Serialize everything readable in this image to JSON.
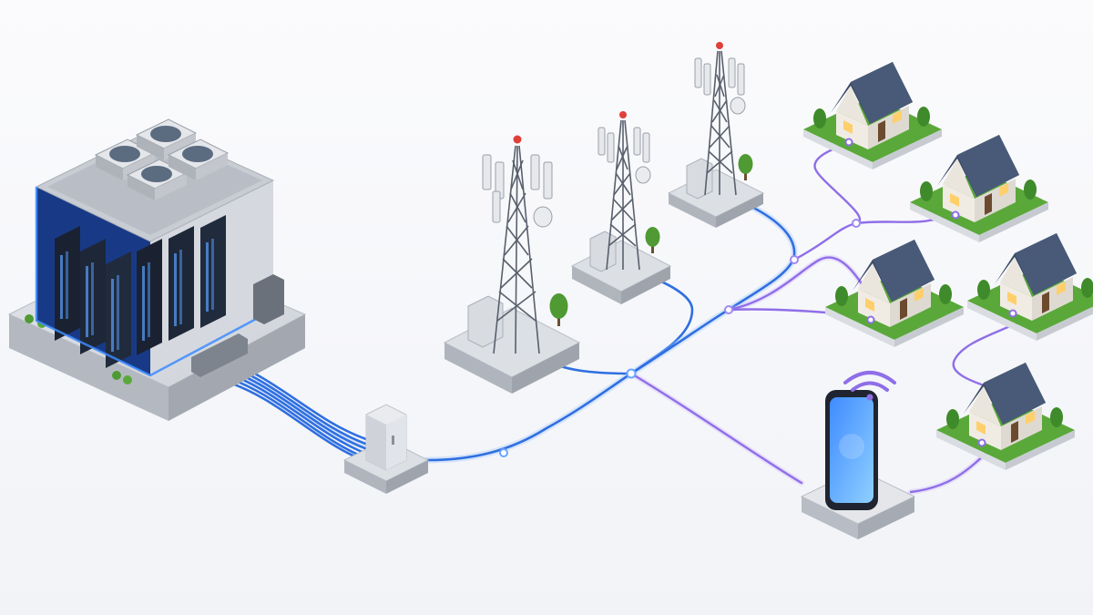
{
  "diagram": {
    "nodes": [
      {
        "id": "data-center",
        "kind": "data-center",
        "count_racks": 6,
        "count_fans": 4
      },
      {
        "id": "street-cabinet",
        "kind": "street-cabinet"
      },
      {
        "id": "tower-1",
        "kind": "cell-tower"
      },
      {
        "id": "tower-2",
        "kind": "cell-tower"
      },
      {
        "id": "tower-3",
        "kind": "cell-tower"
      },
      {
        "id": "house-1",
        "kind": "house"
      },
      {
        "id": "house-2",
        "kind": "house"
      },
      {
        "id": "house-3",
        "kind": "house"
      },
      {
        "id": "house-4",
        "kind": "house"
      },
      {
        "id": "house-5",
        "kind": "house"
      },
      {
        "id": "smartphone",
        "kind": "mobile-device",
        "signal": "wifi"
      }
    ],
    "links": [
      {
        "from": "data-center",
        "to": "street-cabinet",
        "medium": "fiber-bundle",
        "strands": 6
      },
      {
        "from": "street-cabinet",
        "to": "tower-1",
        "medium": "fiber"
      },
      {
        "from": "street-cabinet",
        "to": "tower-2",
        "medium": "fiber"
      },
      {
        "from": "street-cabinet",
        "to": "tower-3",
        "medium": "fiber"
      },
      {
        "from": "street-cabinet",
        "to": "smartphone",
        "medium": "wireless-link"
      },
      {
        "from": "tower-3",
        "to": "house-1",
        "medium": "wireless-link"
      },
      {
        "from": "tower-3",
        "to": "house-2",
        "medium": "wireless-link"
      },
      {
        "from": "tower-3",
        "to": "house-3",
        "medium": "wireless-link"
      },
      {
        "from": "smartphone",
        "to": "house-5",
        "medium": "wireless-link"
      },
      {
        "from": "house-4",
        "to": "house-5",
        "medium": "wireless-link"
      }
    ],
    "colors": {
      "background": "#f7f8fb",
      "fiber": "#2f6fe0",
      "wireless": "#8f6ee8",
      "server_glow": "#3d8bff",
      "roof": "#3c4b66",
      "grass": "#5aa83a",
      "beacon": "#e0403a"
    }
  }
}
